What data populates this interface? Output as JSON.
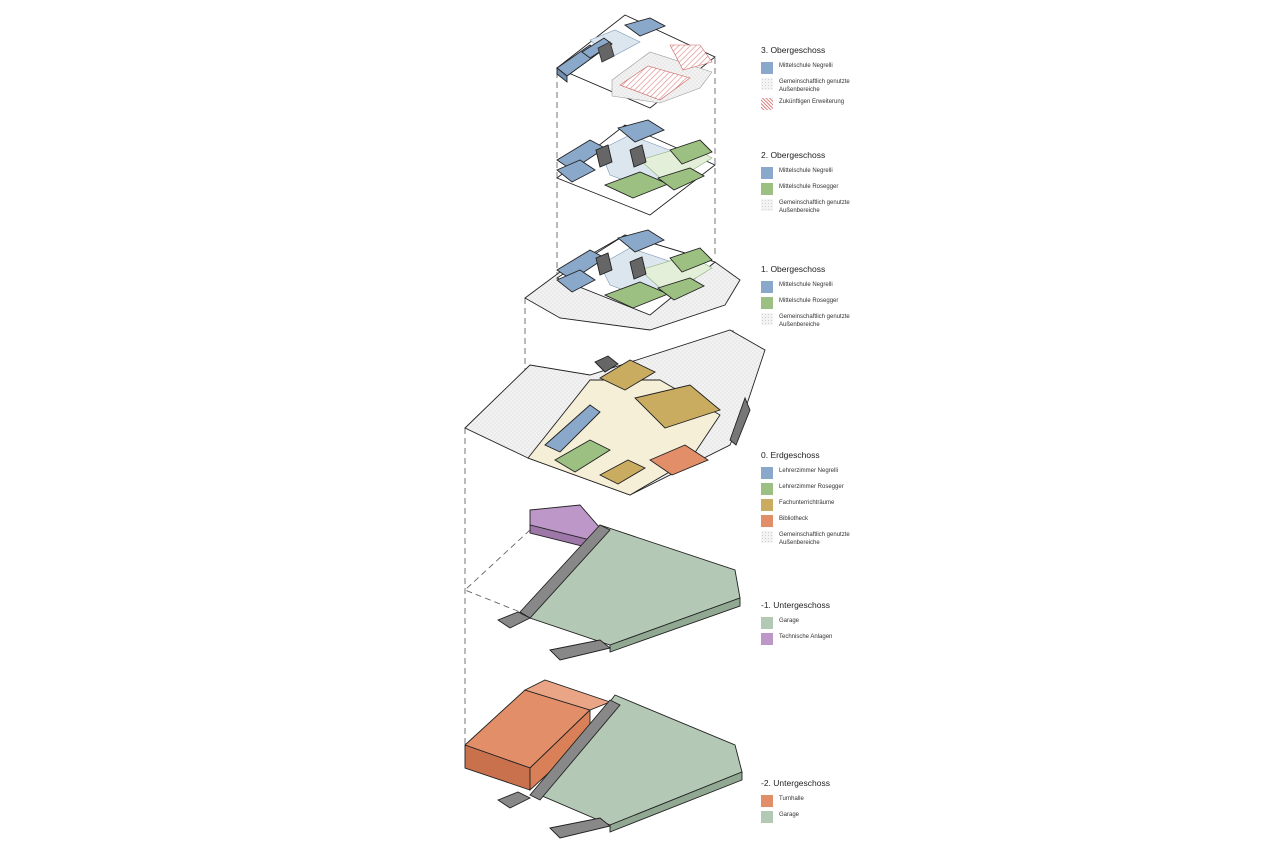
{
  "legend": [
    {
      "title": "3. Obergeschoss",
      "items": [
        {
          "label": "Mittelschule Negrelli",
          "swatch": "blue",
          "color": "#8aa8c9"
        },
        {
          "label": "Gemeinschaftlich genutzte Außenbereiche",
          "swatch": "shared",
          "color": "#f3f3f3"
        },
        {
          "label": "Zukünftigen Erweiterung",
          "swatch": "future",
          "color": "#e08a8a"
        }
      ]
    },
    {
      "title": "2. Obergeschoss",
      "items": [
        {
          "label": "Mittelschule Negrelli",
          "swatch": "blue",
          "color": "#8aa8c9"
        },
        {
          "label": "Mittelschule Rosegger",
          "swatch": "green",
          "color": "#9cc081"
        },
        {
          "label": "Gemeinschaftlich genutzte Außenbereiche",
          "swatch": "shared",
          "color": "#f3f3f3"
        }
      ]
    },
    {
      "title": "1. Obergeschoss",
      "items": [
        {
          "label": "Mittelschule Negrelli",
          "swatch": "blue",
          "color": "#8aa8c9"
        },
        {
          "label": "Mittelschule Rosegger",
          "swatch": "green",
          "color": "#9cc081"
        },
        {
          "label": "Gemeinschaftlich genutzte Außenbereiche",
          "swatch": "shared",
          "color": "#f3f3f3"
        }
      ]
    },
    {
      "title": "0. Erdgeschoss",
      "items": [
        {
          "label": "Lehrerzimmer Negrelli",
          "swatch": "blue",
          "color": "#8aa8c9"
        },
        {
          "label": "Lehrerzimmer Rosegger",
          "swatch": "green",
          "color": "#9cc081"
        },
        {
          "label": "Fachunterrichträume",
          "swatch": "gold",
          "color": "#c9ac60"
        },
        {
          "label": "Bibliotheck",
          "swatch": "orange",
          "color": "#e28e68"
        },
        {
          "label": "Gemeinschaftlich genutzte Außenbereiche",
          "swatch": "shared",
          "color": "#f3f3f3"
        }
      ]
    },
    {
      "title": "-1. Untergeschoss",
      "items": [
        {
          "label": "Garage",
          "swatch": "sage",
          "color": "#b3c8b5"
        },
        {
          "label": "Technische Anlagen",
          "swatch": "purple",
          "color": "#bd97c8"
        }
      ]
    },
    {
      "title": "-2. Untergeschoss",
      "items": [
        {
          "label": "Turnhalle",
          "swatch": "orange",
          "color": "#e28e68"
        },
        {
          "label": "Garage",
          "swatch": "sage",
          "color": "#b3c8b5"
        }
      ]
    }
  ]
}
